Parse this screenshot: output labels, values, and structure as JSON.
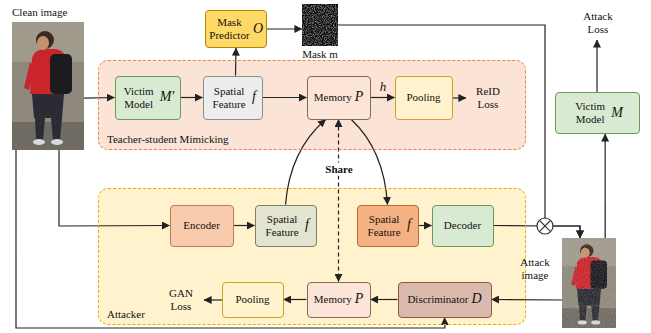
{
  "diagram": {
    "nodes": [
      {
        "text": [
          "Clean image"
        ]
      },
      {
        "text": [
          "Mask Predictor",
          "O"
        ]
      },
      {
        "text": [
          "Mask m"
        ]
      },
      {
        "text": [
          "Teacher-student Mimicking"
        ]
      },
      {
        "text": [
          "Victim Model",
          "M′"
        ],
        "in": 3
      },
      {
        "text": [
          "Spatial Feature",
          "f"
        ],
        "in": 3
      },
      {
        "text": [
          "Memory",
          "P"
        ],
        "in": 3
      },
      {
        "text": [
          "Pooling"
        ],
        "in": 3
      },
      {
        "text": [
          "Attacker"
        ]
      },
      {
        "text": [
          "Encoder"
        ],
        "in": 8
      },
      {
        "text": [
          "Spatial Feature",
          "f"
        ],
        "in": 8
      },
      {
        "text": [
          "Spatial Feature",
          "f"
        ],
        "in": 8
      },
      {
        "text": [
          "Decoder"
        ],
        "in": 8
      },
      {
        "text": [
          "Pooling"
        ],
        "in": 8
      },
      {
        "text": [
          "Memory",
          "P"
        ],
        "in": 8
      },
      {
        "text": [
          "Discriminator",
          "D"
        ],
        "in": 8
      },
      {
        "text": [
          "Victim Model",
          "M"
        ]
      },
      {
        "text": [
          "Attack image"
        ]
      }
    ],
    "edges": [
      {
        "from": 0,
        "to": 4,
        "arrow": "to"
      },
      {
        "from": 4,
        "to": 5,
        "arrow": "to"
      },
      {
        "from": 5,
        "to": 6,
        "arrow": "to"
      },
      {
        "from": 5,
        "to": 1,
        "arrow": "to"
      },
      {
        "from": 1,
        "to": 2,
        "arrow": "to"
      },
      {
        "from": 6,
        "to": 7,
        "label": "h",
        "arrow": "to"
      },
      {
        "from": 2,
        "to": 17,
        "arrow": "to"
      },
      {
        "from": 0,
        "to": 9,
        "arrow": "to"
      },
      {
        "from": 9,
        "to": 10,
        "arrow": "to"
      },
      {
        "from": 10,
        "to": 6,
        "arrow": "to"
      },
      {
        "from": 6,
        "to": 11,
        "arrow": "to"
      },
      {
        "from": 6,
        "to": 14,
        "label": "Share",
        "arrow": "both"
      },
      {
        "from": 11,
        "to": 12,
        "arrow": "to"
      },
      {
        "from": 12,
        "to": 17,
        "arrow": "to"
      },
      {
        "from": 17,
        "to": 16,
        "arrow": "to"
      },
      {
        "from": 17,
        "to": 15,
        "arrow": "to"
      },
      {
        "from": 15,
        "to": 14,
        "arrow": "to"
      },
      {
        "from": 14,
        "to": 13,
        "arrow": "to"
      },
      {
        "from": 0,
        "to": 15,
        "arrow": "to"
      }
    ],
    "labels": [
      "ReID Loss",
      "GAN Loss",
      "Attack Loss"
    ]
  }
}
